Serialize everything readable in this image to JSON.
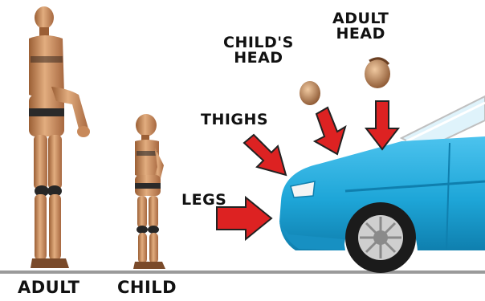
{
  "figures": {
    "adult_label": "ADULT",
    "child_label": "CHILD"
  },
  "impact_labels": {
    "childs_head": [
      "CHILD'S",
      "HEAD"
    ],
    "adult_head": [
      "ADULT",
      "HEAD"
    ],
    "thighs": "THIGHS",
    "legs": "LEGS"
  },
  "colors": {
    "car_body": "#1ea6d8",
    "car_shadow": "#0f7fae",
    "arrow": "#dd2222",
    "dummy_skin": "#c8895a",
    "dummy_joint": "#262626",
    "ground": "#8a8a8a"
  },
  "icons": [
    "adult-dummy-icon",
    "child-dummy-icon",
    "head-icon",
    "arrow-icon",
    "car-icon"
  ]
}
